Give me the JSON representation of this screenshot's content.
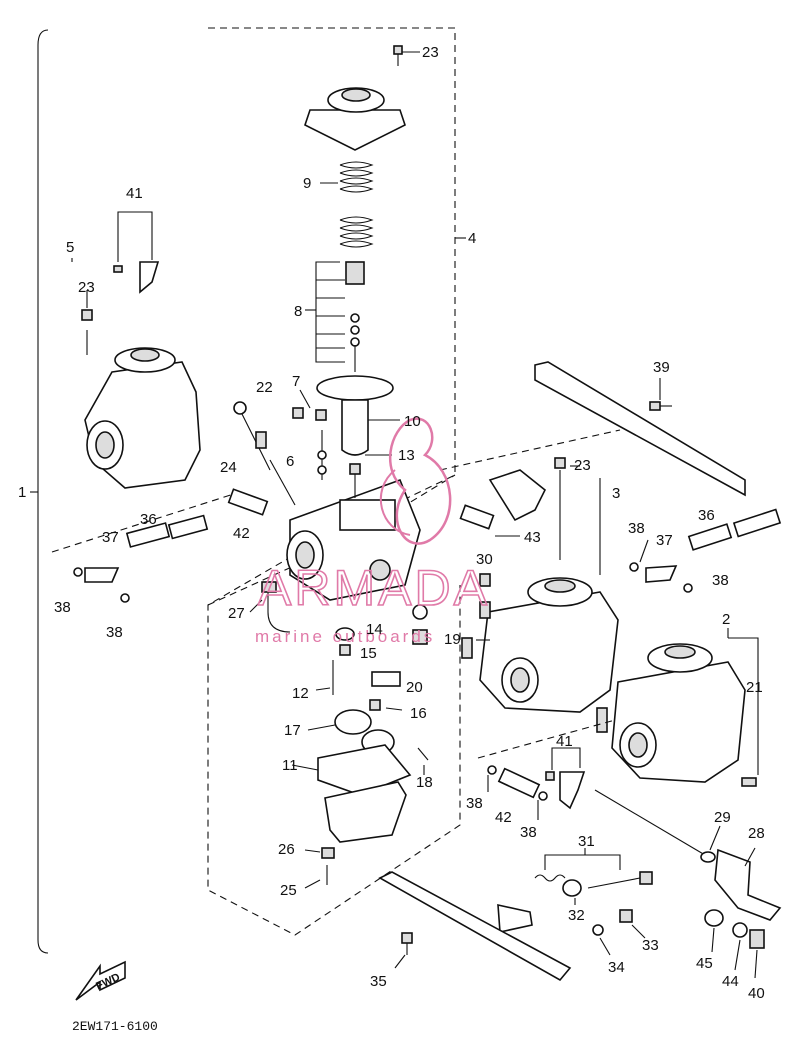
{
  "callouts": [
    {
      "id": "c23a",
      "text": "23"
    },
    {
      "id": "c9",
      "text": "9"
    },
    {
      "id": "c4",
      "text": "4"
    },
    {
      "id": "c8",
      "text": "8"
    },
    {
      "id": "c41a",
      "text": "41"
    },
    {
      "id": "c5a",
      "text": "5"
    },
    {
      "id": "c23b",
      "text": "23"
    },
    {
      "id": "c39",
      "text": "39"
    },
    {
      "id": "c7",
      "text": "7"
    },
    {
      "id": "c22",
      "text": "22"
    },
    {
      "id": "c10",
      "text": "10"
    },
    {
      "id": "c6",
      "text": "6"
    },
    {
      "id": "c24",
      "text": "24"
    },
    {
      "id": "c13",
      "text": "13"
    },
    {
      "id": "c23c",
      "text": "23"
    },
    {
      "id": "c3",
      "text": "3"
    },
    {
      "id": "c1",
      "text": "1"
    },
    {
      "id": "c36a",
      "text": "36"
    },
    {
      "id": "c42a",
      "text": "42"
    },
    {
      "id": "c43",
      "text": "43"
    },
    {
      "id": "c38a",
      "text": "38"
    },
    {
      "id": "c36b",
      "text": "36"
    },
    {
      "id": "c37a",
      "text": "37"
    },
    {
      "id": "c37b",
      "text": "37"
    },
    {
      "id": "c30",
      "text": "30"
    },
    {
      "id": "c38b",
      "text": "38"
    },
    {
      "id": "c38c",
      "text": "38"
    },
    {
      "id": "c38d",
      "text": "38"
    },
    {
      "id": "c27",
      "text": "27"
    },
    {
      "id": "c14",
      "text": "14"
    },
    {
      "id": "c19",
      "text": "19"
    },
    {
      "id": "c15",
      "text": "15"
    },
    {
      "id": "c2",
      "text": "2"
    },
    {
      "id": "c12",
      "text": "12"
    },
    {
      "id": "c20",
      "text": "20"
    },
    {
      "id": "c21",
      "text": "21"
    },
    {
      "id": "c16",
      "text": "16"
    },
    {
      "id": "c17",
      "text": "17"
    },
    {
      "id": "c11",
      "text": "11"
    },
    {
      "id": "c18",
      "text": "18"
    },
    {
      "id": "c41b",
      "text": "41"
    },
    {
      "id": "c38e",
      "text": "38"
    },
    {
      "id": "c42b",
      "text": "42"
    },
    {
      "id": "c38f",
      "text": "38"
    },
    {
      "id": "c29",
      "text": "29"
    },
    {
      "id": "c28",
      "text": "28"
    },
    {
      "id": "c26",
      "text": "26"
    },
    {
      "id": "c31",
      "text": "31"
    },
    {
      "id": "c25",
      "text": "25"
    },
    {
      "id": "c32",
      "text": "32"
    },
    {
      "id": "c33",
      "text": "33"
    },
    {
      "id": "c35",
      "text": "35"
    },
    {
      "id": "c34",
      "text": "34"
    },
    {
      "id": "c45",
      "text": "45"
    },
    {
      "id": "c44",
      "text": "44"
    },
    {
      "id": "c40",
      "text": "40"
    }
  ],
  "drawing_code": "2EW171-6100",
  "fwd_label": "FWD",
  "watermark": {
    "brand": "ARMADA",
    "tagline": "marine outboards"
  },
  "colors": {
    "ink": "#111111",
    "watermark": "#e07aa8",
    "background": "#ffffff"
  }
}
